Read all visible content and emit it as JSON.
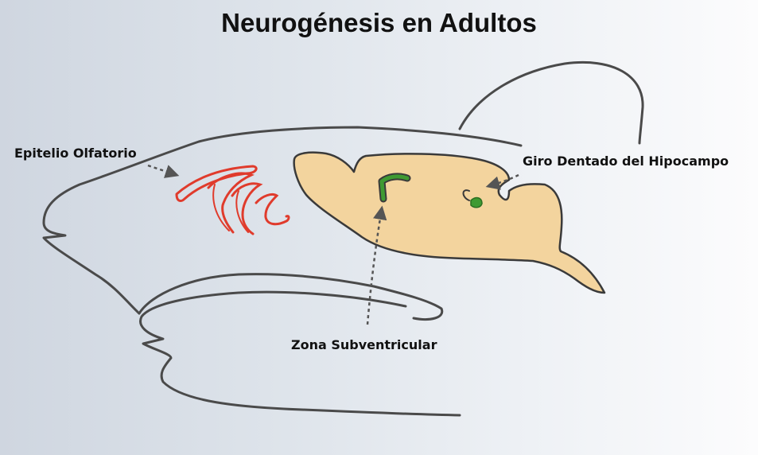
{
  "title": "Neurogénesis en Adultos",
  "labels": {
    "olfactory": "Epitelio Olfatorio",
    "hippocampus": "Giro Dentado del Hipocampo",
    "subventricular": "Zona Subventricular"
  },
  "colors": {
    "outline": "#4a4a4a",
    "brain_fill": "#f3d49e",
    "olfactory_stroke": "#e03b2c",
    "neurogenic_zone": "#3f9a32",
    "arrow": "#555555"
  }
}
